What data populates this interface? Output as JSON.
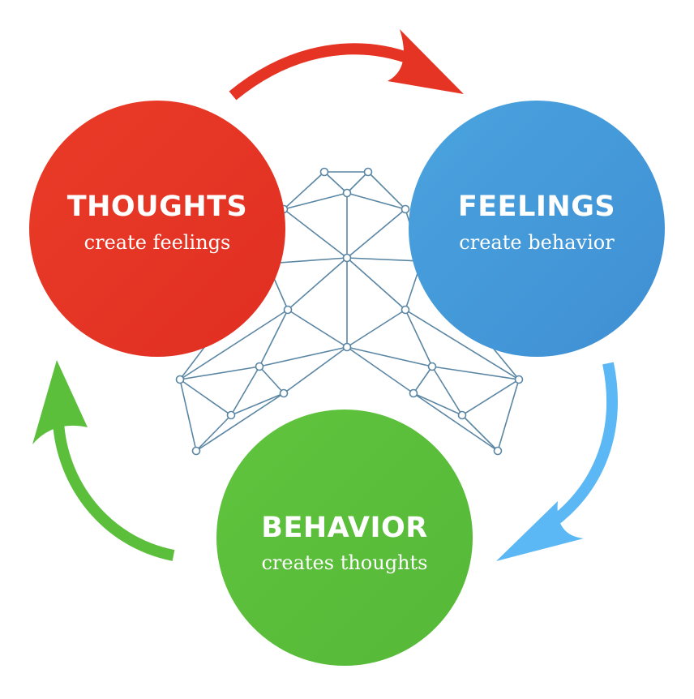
{
  "nodes": {
    "thoughts": {
      "title": "THOUGHTS",
      "subtitle": "create feelings",
      "color": "#e53424"
    },
    "feelings": {
      "title": "FEELINGS",
      "subtitle": "create behavior",
      "color": "#4498d8"
    },
    "behavior": {
      "title": "BEHAVIOR",
      "subtitle": "creates thoughts",
      "color": "#5bbf3c"
    }
  },
  "arrows": {
    "thoughts_to_feelings": {
      "color": "#e53424"
    },
    "feelings_to_behavior": {
      "color": "#5bb8f4"
    },
    "behavior_to_thoughts": {
      "color": "#5bbf3c"
    }
  },
  "background_graphic": {
    "icon": "brain-network-icon",
    "color": "#5a86a4"
  }
}
